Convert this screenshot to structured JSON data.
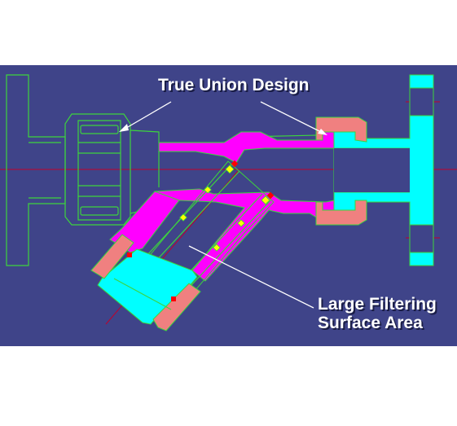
{
  "callouts": {
    "union_design": "True Union Design",
    "filter_line1": "Large Filtering",
    "filter_line2": "Surface Area"
  },
  "colors": {
    "background": "#3f4489",
    "outline": "#3dd43d",
    "body_section": "#ff00ff",
    "union_nut": "#f08080",
    "end_connector": "#00ffff",
    "seal": "#ff0000",
    "screen_dots": "#ffff00",
    "centerline": "#c0002a",
    "leader": "#ffffff"
  }
}
